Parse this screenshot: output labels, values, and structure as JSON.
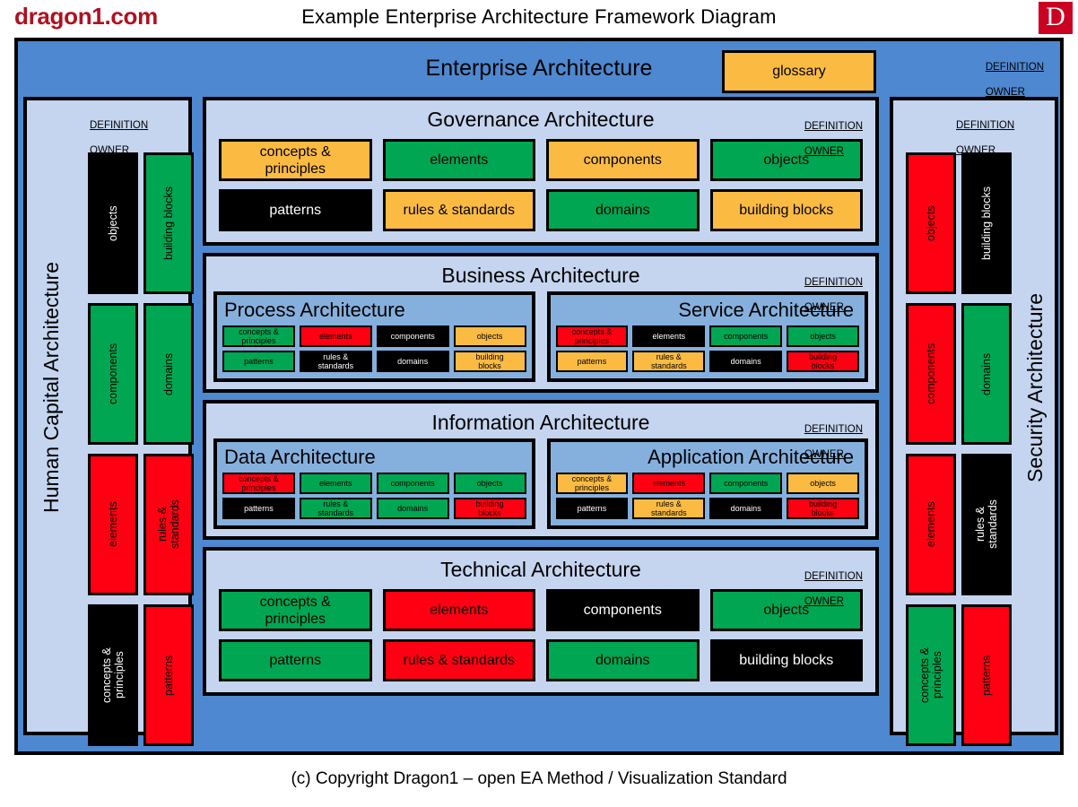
{
  "header": {
    "brand": "dragon1.com",
    "title": "Example Enterprise Architecture Framework Diagram",
    "logo_letter": "D",
    "logo_color": "#CC0020",
    "brand_color": "#B01020"
  },
  "footer": {
    "copyright": "(c) Copyright Dragon1 – open EA Method / Visualization Standard"
  },
  "labels": {
    "definition_owner_line1": "DEFINITION",
    "definition_owner_line2": "OWNER"
  },
  "palette": {
    "green": "#00A651",
    "red": "#FF0013",
    "orange": "#FBBB42",
    "black": "#000000",
    "canvas_blue": "#4E88D0",
    "panel_blue": "#C5D5EF",
    "subpanel_blue": "#85B0DD"
  },
  "enterprise": {
    "title": "Enterprise Architecture",
    "glossary_label": "glossary"
  },
  "pillars": {
    "left": {
      "title": "Human Capital Architecture",
      "cells": [
        {
          "label": "objects",
          "color": "#000000",
          "text": "#ffffff"
        },
        {
          "label": "building blocks",
          "color": "#00A651",
          "text": "#000000"
        },
        {
          "label": "components",
          "color": "#00A651",
          "text": "#000000"
        },
        {
          "label": "domains",
          "color": "#00A651",
          "text": "#000000"
        },
        {
          "label": "elements",
          "color": "#FF0013",
          "text": "#000000"
        },
        {
          "label": "rules &\nstandards",
          "color": "#FF0013",
          "text": "#000000"
        },
        {
          "label": "concepts &\nprinciples",
          "color": "#000000",
          "text": "#ffffff"
        },
        {
          "label": "patterns",
          "color": "#FF0013",
          "text": "#000000"
        }
      ]
    },
    "right": {
      "title": "Security Architecture",
      "cells": [
        {
          "label": "objects",
          "color": "#FF0013",
          "text": "#000000"
        },
        {
          "label": "building blocks",
          "color": "#000000",
          "text": "#ffffff"
        },
        {
          "label": "components",
          "color": "#FF0013",
          "text": "#000000"
        },
        {
          "label": "domains",
          "color": "#00A651",
          "text": "#000000"
        },
        {
          "label": "elements",
          "color": "#FF0013",
          "text": "#000000"
        },
        {
          "label": "rules &\nstandards",
          "color": "#000000",
          "text": "#ffffff"
        },
        {
          "label": "concepts &\nprinciples",
          "color": "#00A651",
          "text": "#000000"
        },
        {
          "label": "patterns",
          "color": "#FF0013",
          "text": "#000000"
        }
      ]
    }
  },
  "layers": {
    "governance": {
      "title": "Governance Architecture",
      "cells": [
        {
          "label": "concepts &\nprinciples",
          "color": "#FBBB42",
          "text": "#000000"
        },
        {
          "label": "elements",
          "color": "#00A651",
          "text": "#000000"
        },
        {
          "label": "components",
          "color": "#FBBB42",
          "text": "#000000"
        },
        {
          "label": "objects",
          "color": "#00A651",
          "text": "#000000"
        },
        {
          "label": "patterns",
          "color": "#000000",
          "text": "#ffffff"
        },
        {
          "label": "rules & standards",
          "color": "#FBBB42",
          "text": "#000000"
        },
        {
          "label": "domains",
          "color": "#00A651",
          "text": "#000000"
        },
        {
          "label": "building blocks",
          "color": "#FBBB42",
          "text": "#000000"
        }
      ]
    },
    "business": {
      "title": "Business Architecture",
      "process": {
        "title": "Process Architecture",
        "cells": [
          {
            "label": "concepts &\nprinciples",
            "color": "#00A651",
            "text": "#000000"
          },
          {
            "label": "elements",
            "color": "#FF0013",
            "text": "#000000"
          },
          {
            "label": "components",
            "color": "#000000",
            "text": "#ffffff"
          },
          {
            "label": "objects",
            "color": "#FBBB42",
            "text": "#000000"
          },
          {
            "label": "patterns",
            "color": "#00A651",
            "text": "#000000"
          },
          {
            "label": "rules &\nstandards",
            "color": "#000000",
            "text": "#ffffff"
          },
          {
            "label": "domains",
            "color": "#000000",
            "text": "#ffffff"
          },
          {
            "label": "building\nblocks",
            "color": "#FBBB42",
            "text": "#000000"
          }
        ]
      },
      "service": {
        "title": "Service Architecture",
        "cells": [
          {
            "label": "concepts &\nprinciples",
            "color": "#FF0013",
            "text": "#000000"
          },
          {
            "label": "elements",
            "color": "#000000",
            "text": "#ffffff"
          },
          {
            "label": "components",
            "color": "#00A651",
            "text": "#000000"
          },
          {
            "label": "objects",
            "color": "#00A651",
            "text": "#000000"
          },
          {
            "label": "patterns",
            "color": "#FBBB42",
            "text": "#000000"
          },
          {
            "label": "rules &\nstandards",
            "color": "#FBBB42",
            "text": "#000000"
          },
          {
            "label": "domains",
            "color": "#000000",
            "text": "#ffffff"
          },
          {
            "label": "building\nblocks",
            "color": "#FF0013",
            "text": "#000000"
          }
        ]
      }
    },
    "information": {
      "title": "Information Architecture",
      "data": {
        "title": "Data Architecture",
        "cells": [
          {
            "label": "concepts &\nprinciples",
            "color": "#FF0013",
            "text": "#000000"
          },
          {
            "label": "elements",
            "color": "#00A651",
            "text": "#000000"
          },
          {
            "label": "components",
            "color": "#00A651",
            "text": "#000000"
          },
          {
            "label": "objects",
            "color": "#00A651",
            "text": "#000000"
          },
          {
            "label": "patterns",
            "color": "#000000",
            "text": "#ffffff"
          },
          {
            "label": "rules &\nstandards",
            "color": "#00A651",
            "text": "#000000"
          },
          {
            "label": "domains",
            "color": "#00A651",
            "text": "#000000"
          },
          {
            "label": "building\nblocks",
            "color": "#FF0013",
            "text": "#000000"
          }
        ]
      },
      "application": {
        "title": "Application Architecture",
        "cells": [
          {
            "label": "concepts &\nprinciples",
            "color": "#FBBB42",
            "text": "#000000"
          },
          {
            "label": "elements",
            "color": "#FF0013",
            "text": "#000000"
          },
          {
            "label": "components",
            "color": "#00A651",
            "text": "#000000"
          },
          {
            "label": "objects",
            "color": "#FBBB42",
            "text": "#000000"
          },
          {
            "label": "patterns",
            "color": "#000000",
            "text": "#ffffff"
          },
          {
            "label": "rules &\nstandards",
            "color": "#FBBB42",
            "text": "#000000"
          },
          {
            "label": "domains",
            "color": "#000000",
            "text": "#ffffff"
          },
          {
            "label": "building\nblocks",
            "color": "#FF0013",
            "text": "#000000"
          }
        ]
      }
    },
    "technical": {
      "title": "Technical Architecture",
      "cells": [
        {
          "label": "concepts &\nprinciples",
          "color": "#00A651",
          "text": "#000000"
        },
        {
          "label": "elements",
          "color": "#FF0013",
          "text": "#000000"
        },
        {
          "label": "components",
          "color": "#000000",
          "text": "#ffffff"
        },
        {
          "label": "objects",
          "color": "#00A651",
          "text": "#000000"
        },
        {
          "label": "patterns",
          "color": "#00A651",
          "text": "#000000"
        },
        {
          "label": "rules & standards",
          "color": "#FF0013",
          "text": "#000000"
        },
        {
          "label": "domains",
          "color": "#00A651",
          "text": "#000000"
        },
        {
          "label": "building blocks",
          "color": "#000000",
          "text": "#ffffff"
        }
      ]
    }
  }
}
